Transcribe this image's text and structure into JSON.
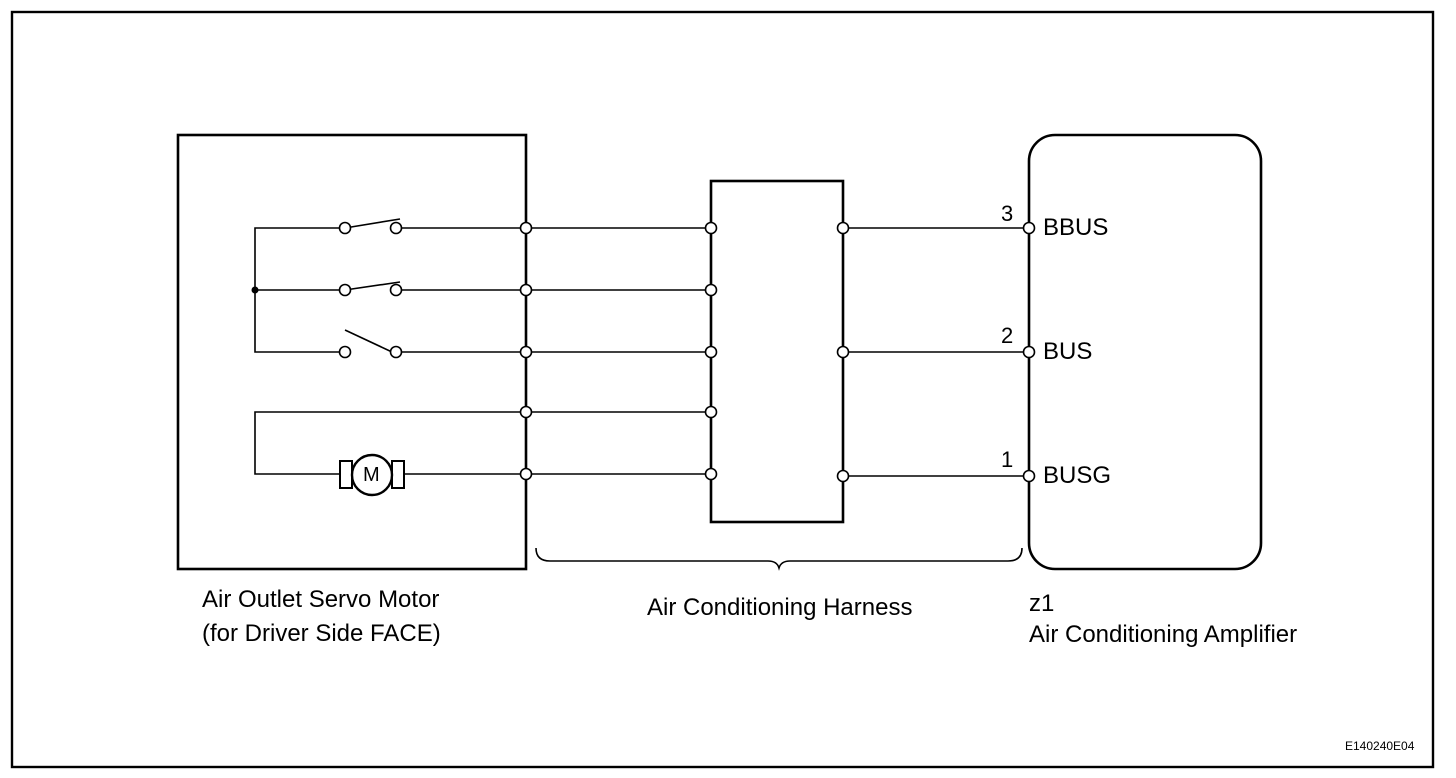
{
  "servo_motor": {
    "label_line1": "Air Outlet Servo Motor",
    "label_line2": "(for Driver Side FACE)",
    "motor_symbol": "M"
  },
  "harness": {
    "label": "Air Conditioning Harness"
  },
  "amplifier": {
    "connector": "z1",
    "label": "Air Conditioning Amplifier",
    "pins": [
      {
        "pin": "3",
        "signal": "BBUS"
      },
      {
        "pin": "2",
        "signal": "BUS"
      },
      {
        "pin": "1",
        "signal": "BUSG"
      }
    ]
  },
  "figure_code": "E140240E04"
}
